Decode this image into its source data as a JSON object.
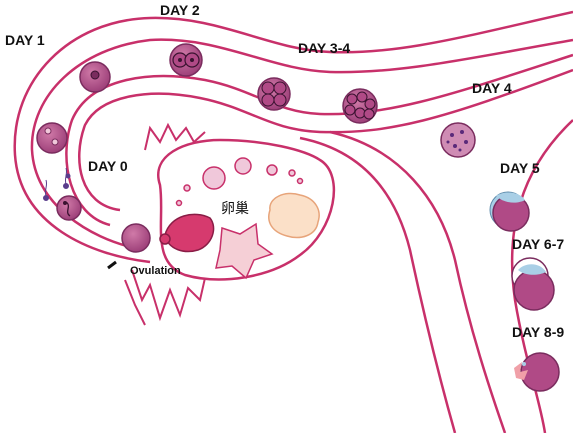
{
  "labels": {
    "day1": "DAY 1",
    "day2": "DAY 2",
    "day34": "DAY 3-4",
    "day4": "DAY 4",
    "day0": "DAY 0",
    "day5": "DAY 5",
    "day67": "DAY 6-7",
    "day89": "DAY 8-9",
    "ovulation": "Ovulation",
    "ovary": "卵巢"
  },
  "colors": {
    "outline": "#c8306a",
    "cell_fill": "#b04a86",
    "cell_light": "#e6b8cf",
    "nucleus": "#7a2c5e",
    "corpus_luteum": "#d63a6e",
    "corpus_albicans": "#f5cfd6",
    "follicle_beige": "#fbe0c8",
    "hatching_blue": "#a9cfe6",
    "sperm": "#5a3d8c",
    "text": "#111111"
  }
}
